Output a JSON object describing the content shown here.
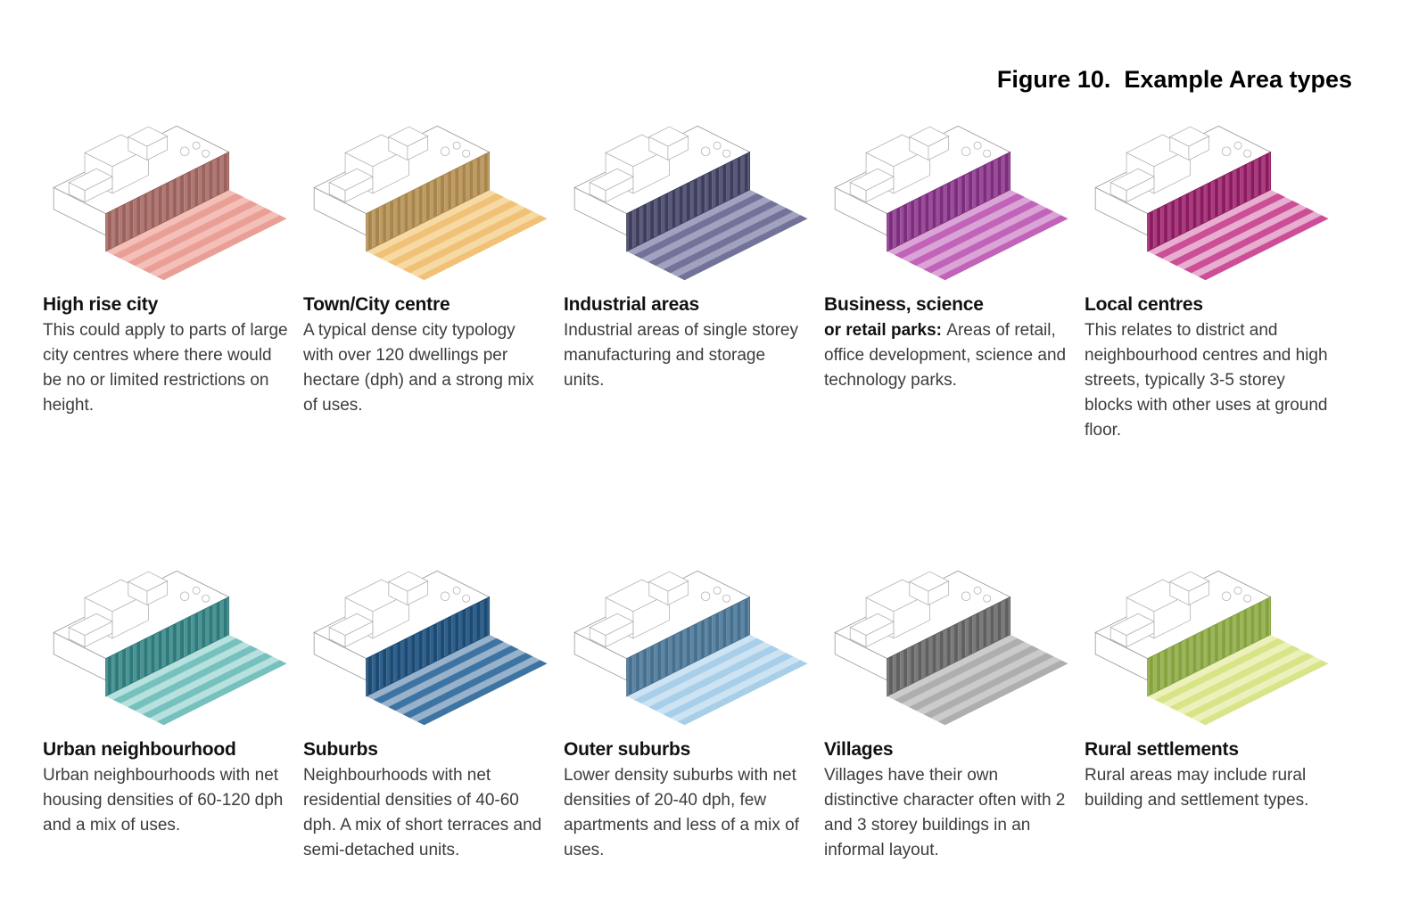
{
  "figure": {
    "title": "Figure 10.  Example Area types"
  },
  "areas": [
    {
      "name": "high-rise-city",
      "heading": "High rise city",
      "heading_inline": "",
      "body": "This could apply to parts of large city centres where there would be no or limited restrictions on height.",
      "colors": {
        "wall_dark": "#9a615d",
        "wall_light": "#b07a74",
        "carpet_dark": "#e99f95",
        "carpet_light": "#f3bfb7"
      }
    },
    {
      "name": "town-city-centre",
      "heading": "Town/City centre",
      "heading_inline": "",
      "body": "A typical dense city typology with over 120 dwellings per hectare (dph) and a strong mix of uses.",
      "colors": {
        "wall_dark": "#a8854e",
        "wall_light": "#bf9c63",
        "carpet_dark": "#f0c177",
        "carpet_light": "#f7d9a4"
      }
    },
    {
      "name": "industrial-areas",
      "heading": "Industrial areas",
      "heading_inline": "",
      "body": "Industrial areas of single storey manufacturing and storage units.",
      "colors": {
        "wall_dark": "#3e3e5c",
        "wall_light": "#5a5a7a",
        "carpet_dark": "#73739a",
        "carpet_light": "#a2a2c0"
      }
    },
    {
      "name": "business-science-retail-parks",
      "heading": "Business, science",
      "heading_inline": "or retail parks: ",
      "body": "Areas of retail, office development, science and technology parks.",
      "colors": {
        "wall_dark": "#7c2e7c",
        "wall_light": "#9a4d9a",
        "carpet_dark": "#c263ba",
        "carpet_light": "#dba4d6"
      }
    },
    {
      "name": "local-centres",
      "heading": "Local centres",
      "heading_inline": "",
      "body": "This relates to district and neighbourhood centres and high streets, typically 3-5 storey blocks with other uses at ground floor.",
      "colors": {
        "wall_dark": "#8c1a5f",
        "wall_light": "#a83d7d",
        "carpet_dark": "#cc4e97",
        "carpet_light": "#e7aed0"
      }
    },
    {
      "name": "urban-neighbourhood",
      "heading": "Urban neighbourhood",
      "heading_inline": "",
      "body": "Urban neighbourhoods with net housing densities of 60-120 dph and a mix of uses.",
      "colors": {
        "wall_dark": "#30797a",
        "wall_light": "#4b9596",
        "carpet_dark": "#76c1bd",
        "carpet_light": "#b7e1df"
      }
    },
    {
      "name": "suburbs",
      "heading": "Suburbs",
      "heading_inline": "",
      "body": "Neighbourhoods with net residential densities of 40-60 dph. A mix of short terraces and semi-detached units.",
      "colors": {
        "wall_dark": "#1d4a70",
        "wall_light": "#30618e",
        "carpet_dark": "#3d74a3",
        "carpet_light": "#97b2ca"
      }
    },
    {
      "name": "outer-suburbs",
      "heading": "Outer suburbs",
      "heading_inline": "",
      "body": "Lower density suburbs with net densities of 20-40 dph, few apartments and less of a mix of uses.",
      "colors": {
        "wall_dark": "#47708f",
        "wall_light": "#5d85a4",
        "carpet_dark": "#a7cfe9",
        "carpet_light": "#cde3f2"
      }
    },
    {
      "name": "villages",
      "heading": "Villages",
      "heading_inline": "",
      "body": "Villages have their own distinctive character often with 2 and 3 storey buildings in an informal layout.",
      "colors": {
        "wall_dark": "#606060",
        "wall_light": "#7b7b7b",
        "carpet_dark": "#aeaeae",
        "carpet_light": "#cbcbcb"
      }
    },
    {
      "name": "rural-settlements",
      "heading": "Rural settlements",
      "heading_inline": "",
      "body": "Rural areas may include rural building and settlement types.",
      "colors": {
        "wall_dark": "#85a23e",
        "wall_light": "#9cb55c",
        "carpet_dark": "#d9e488",
        "carpet_light": "#ecf1bb"
      }
    }
  ]
}
